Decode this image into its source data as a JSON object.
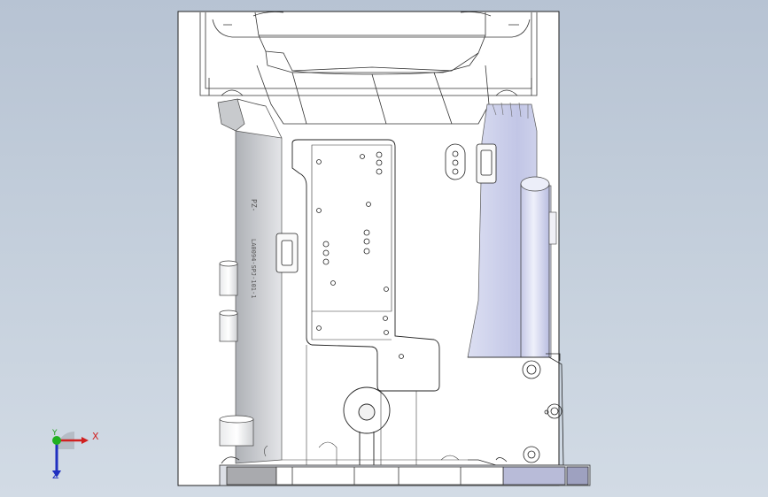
{
  "viewport": {
    "background_top": "#b7c3d3",
    "background_bottom": "#d2dbe5"
  },
  "model": {
    "engraving": "LA0094-SPJ-101-1",
    "engraving_mark": "PZ-"
  },
  "triad": {
    "x_label": "X",
    "y_label": "Y",
    "z_label": "Z",
    "x_color": "#d02020",
    "y_color": "#20a020",
    "z_color": "#2030c0"
  }
}
